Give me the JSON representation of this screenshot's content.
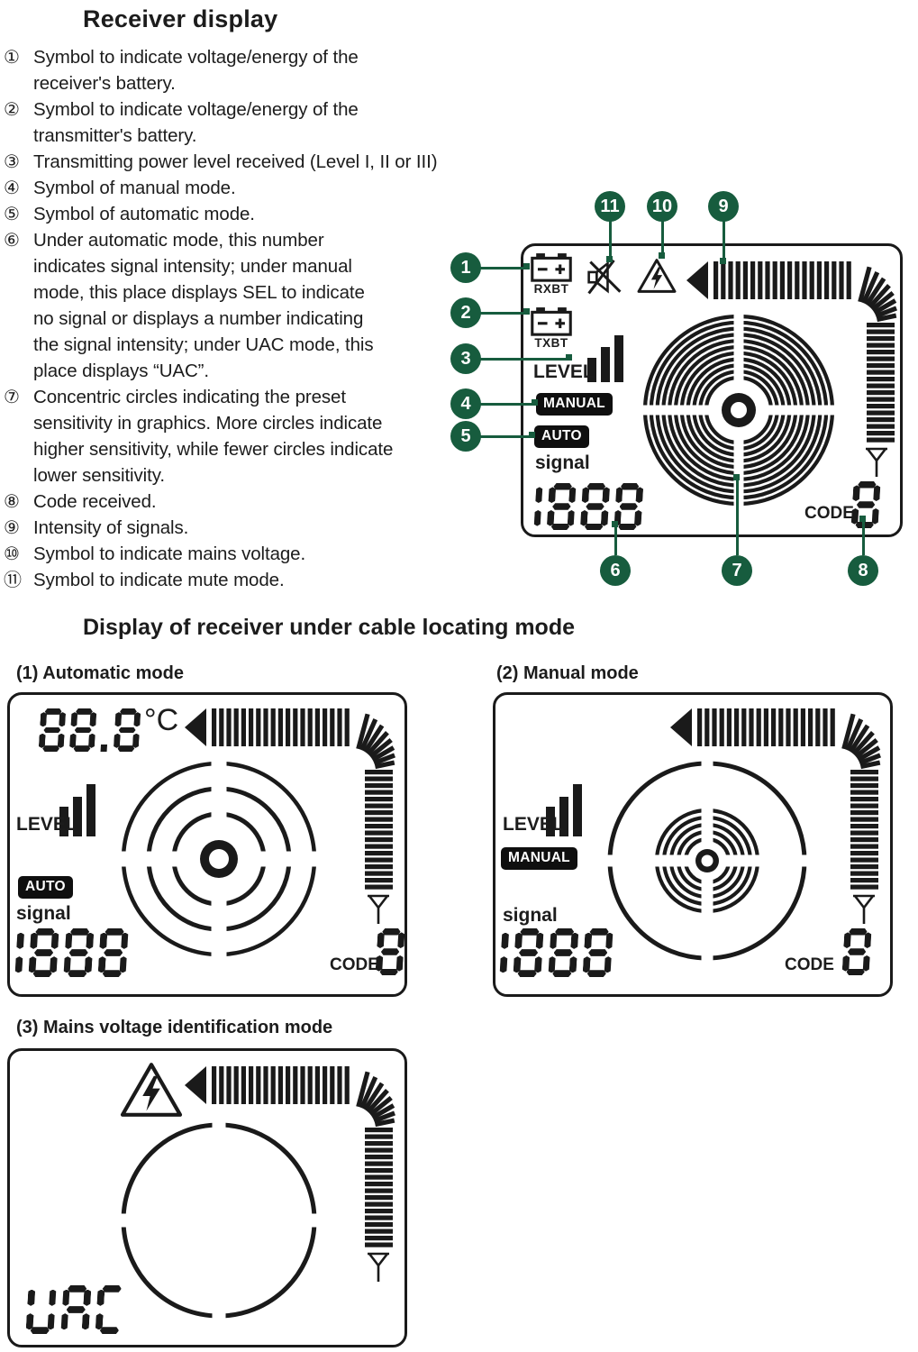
{
  "colors": {
    "accent_green": "#175c3e",
    "ink": "#1a1a1a"
  },
  "icons": {
    "receiver_battery": "battery-icon",
    "transmitter_battery": "battery-icon",
    "mute": "mute-speaker-icon",
    "mains_voltage": "hazard-triangle-lightning-icon",
    "signal_gauge": "signal-intensity-bar-arrow",
    "level_bars": "level-bars-icon",
    "antenna": "antenna-icon",
    "sensitivity_rings": "concentric-circles"
  },
  "page": {
    "title": "Receiver display",
    "section_title": "Display of receiver under cable locating mode"
  },
  "legend": {
    "items": [
      {
        "num": "①",
        "text": "Symbol to indicate voltage/energy of the\nreceiver's battery."
      },
      {
        "num": "②",
        "text": "Symbol to indicate voltage/energy of the\ntransmitter's battery."
      },
      {
        "num": "③",
        "text": "Transmitting power level received (Level I, II or III)"
      },
      {
        "num": "④",
        "text": "Symbol of manual mode."
      },
      {
        "num": "⑤",
        "text": "Symbol of automatic mode."
      },
      {
        "num": "⑥",
        "text": "Under automatic mode, this number\nindicates signal intensity; under manual\nmode, this place displays SEL to indicate\nno signal or displays a number indicating\nthe signal intensity; under UAC mode, this\nplace displays “UAC”."
      },
      {
        "num": "⑦",
        "text": "Concentric circles indicating the preset\nsensitivity in graphics. More circles indicate\nhigher sensitivity, while fewer circles indicate\nlower sensitivity."
      },
      {
        "num": "⑧",
        "text": "Code received."
      },
      {
        "num": "⑨",
        "text": "Intensity of signals."
      },
      {
        "num": "⑩",
        "text": "Symbol to indicate mains voltage."
      },
      {
        "num": "⑪",
        "text": "Symbol to indicate mute mode."
      }
    ]
  },
  "main_display": {
    "callouts": [
      "1",
      "2",
      "3",
      "4",
      "5",
      "6",
      "7",
      "8",
      "9",
      "10",
      "11"
    ],
    "rxbt": "RXBT",
    "txbt": "TXBT",
    "level": "LEVEL",
    "manual": "MANUAL",
    "auto": "AUTO",
    "signal": "signal",
    "signal_value": "1888",
    "code": "CODE",
    "code_value": "8"
  },
  "auto_panel": {
    "heading": "(1) Automatic mode",
    "temp": "88.8",
    "temp_unit": "°C",
    "level": "LEVEL",
    "auto": "AUTO",
    "signal": "signal",
    "signal_value": "1888",
    "code": "CODE",
    "code_value": "8"
  },
  "manual_panel": {
    "heading": "(2) Manual mode",
    "level": "LEVEL",
    "manual": "MANUAL",
    "signal": "signal",
    "signal_value": "1888",
    "code": "CODE",
    "code_value": "8"
  },
  "mains_panel": {
    "heading": "(3) Mains voltage identification mode",
    "value": "UAC"
  }
}
